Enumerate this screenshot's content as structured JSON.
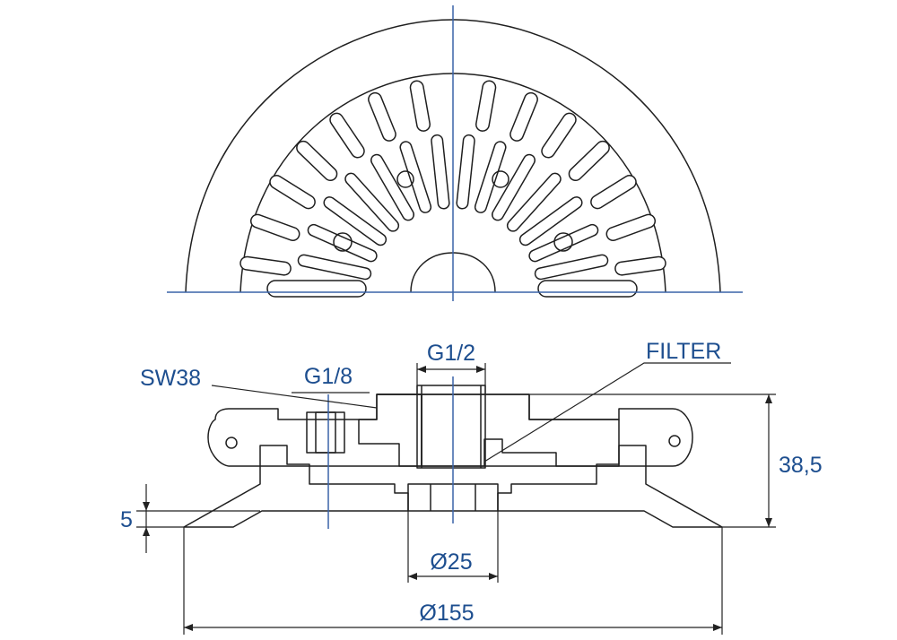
{
  "labels": {
    "sw": "SW38",
    "g18": "G1/8",
    "g12": "G1/2",
    "filter": "FILTER",
    "height": "38,5",
    "lip": "5",
    "inner_dia": "Ø25",
    "outer_dia": "Ø155"
  },
  "colors": {
    "ink": "#1f1f1f",
    "axis": "#3a64a8",
    "label": "#1d4e8f"
  },
  "views": [
    "top-view-half",
    "section-view"
  ]
}
